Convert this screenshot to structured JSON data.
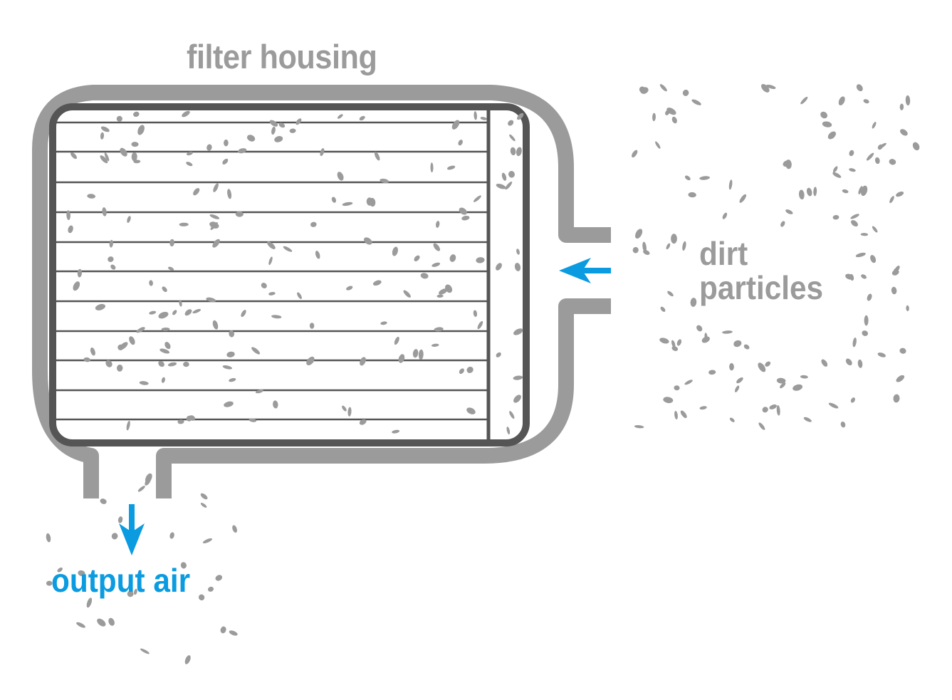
{
  "labels": {
    "housing": "filter housing",
    "dirt_line1": "dirt",
    "dirt_line2": "particles",
    "output": "output air"
  },
  "colors": {
    "housing": "#9b9b9b",
    "filter_frame": "#555555",
    "flow_arrow": "#0a9be0",
    "particles": "#9b9b9b",
    "background": "#ffffff"
  }
}
